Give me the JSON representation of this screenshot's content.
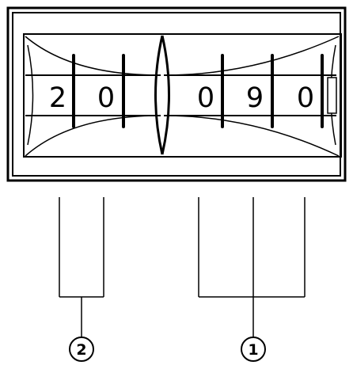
{
  "counter": {
    "left_group_digits": [
      "2",
      "0"
    ],
    "right_group_digits": [
      "0",
      "9",
      "0"
    ]
  },
  "callouts": [
    {
      "label": "2"
    },
    {
      "label": "1"
    }
  ]
}
